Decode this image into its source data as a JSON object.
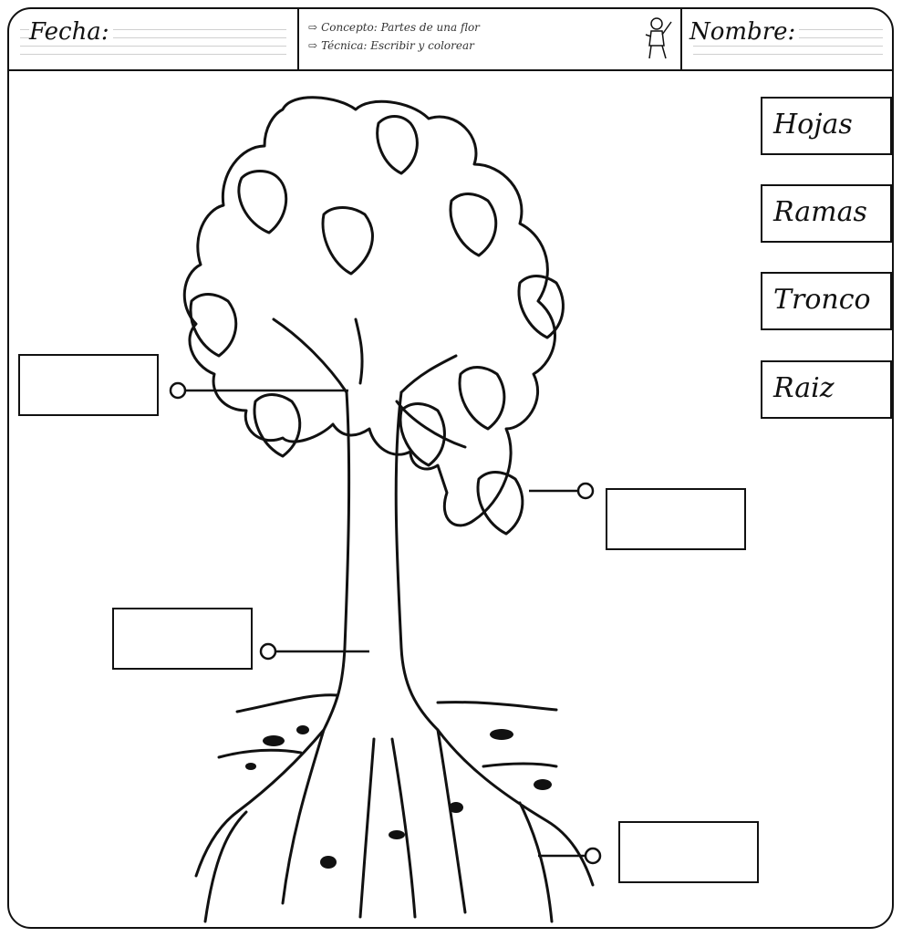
{
  "header": {
    "fecha_label": "Fecha:",
    "concepto_line": "Concepto: Partes de una flor",
    "tecnica_line": "Técnica: Escribir y colorear",
    "nombre_label": "Nombre:"
  },
  "word_bank": [
    "Hojas",
    "Ramas",
    "Tronco",
    "Raiz"
  ],
  "answer_boxes": [
    {
      "target": "branches",
      "value": ""
    },
    {
      "target": "leaves",
      "value": ""
    },
    {
      "target": "trunk",
      "value": ""
    },
    {
      "target": "roots",
      "value": ""
    }
  ],
  "icons": [
    "arrow-right-icon",
    "child-painting-icon"
  ]
}
